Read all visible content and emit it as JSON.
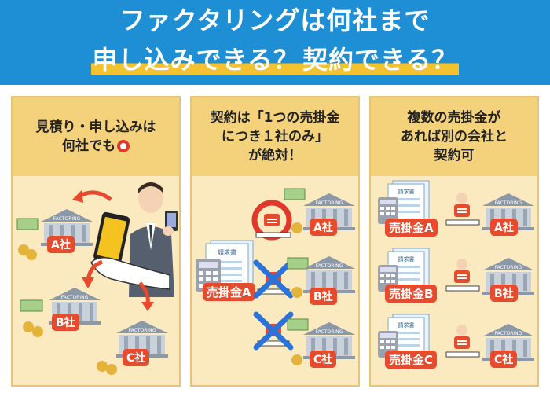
{
  "header": {
    "line1": "ファクタリングは何社まで",
    "line2_part1": "申し込みできる？",
    "line2_part2": "契約できる？"
  },
  "panels": [
    {
      "title_line1": "見積り・申し込みは",
      "title_line2": "何社でも"
    },
    {
      "title_line1": "契約は「1つの売掛金",
      "title_line2": "につき１社のみ」",
      "title_line3": "が絶対！"
    },
    {
      "title_line1": "複数の売掛金が",
      "title_line2": "あれば別の会社と",
      "title_line3": "契約可"
    }
  ],
  "bank_sign": "FACTORING",
  "invoice_title": "請求書",
  "panel1_banks": [
    "A社",
    "B社",
    "C社"
  ],
  "panel2_banks": [
    "A社",
    "B社",
    "C社"
  ],
  "panel2_receivable": "売掛金A",
  "panel3_rows": [
    {
      "receivable": "売掛金A",
      "bank": "A社"
    },
    {
      "receivable": "売掛金B",
      "bank": "B社"
    },
    {
      "receivable": "売掛金C",
      "bank": "C社"
    }
  ],
  "colors": {
    "header_bg": "#1e8fd5",
    "highlight": "#f2c230",
    "panel_bg": "#fbeac0",
    "panel_head": "#f4d27c",
    "label_bg": "#e74b2d",
    "cross": "#2b72d9",
    "ok": "#e1382b"
  }
}
